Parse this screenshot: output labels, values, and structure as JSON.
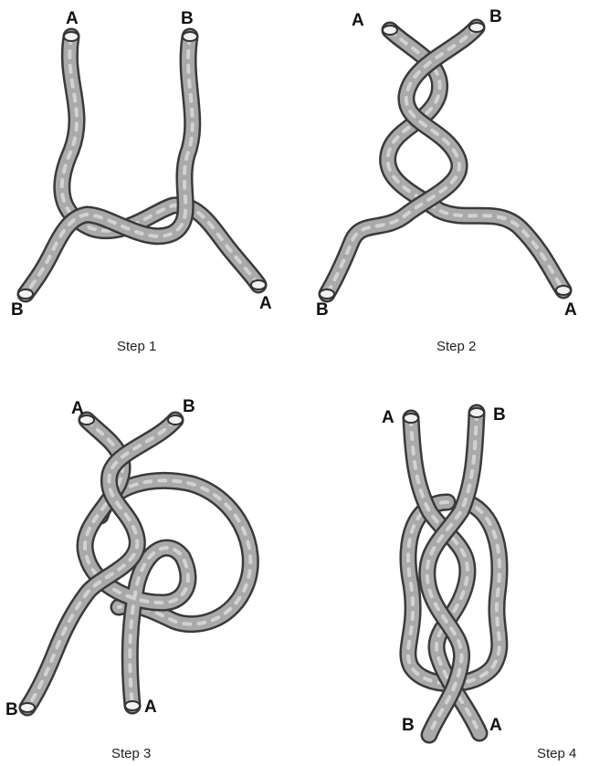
{
  "steps": [
    {
      "caption": "Step 1",
      "ends": [
        "A",
        "B",
        "B",
        "A"
      ]
    },
    {
      "caption": "Step 2",
      "ends": [
        "A",
        "B",
        "B",
        "A"
      ]
    },
    {
      "caption": "Step 3",
      "ends": [
        "A",
        "B",
        "B",
        "A"
      ]
    },
    {
      "caption": "Step 4",
      "ends": [
        "A",
        "B",
        "B",
        "A"
      ]
    }
  ],
  "colors": {
    "rope": "#a9a9a9",
    "rope_outline": "#3a3a3a",
    "highlight": "#d9d9d9"
  }
}
